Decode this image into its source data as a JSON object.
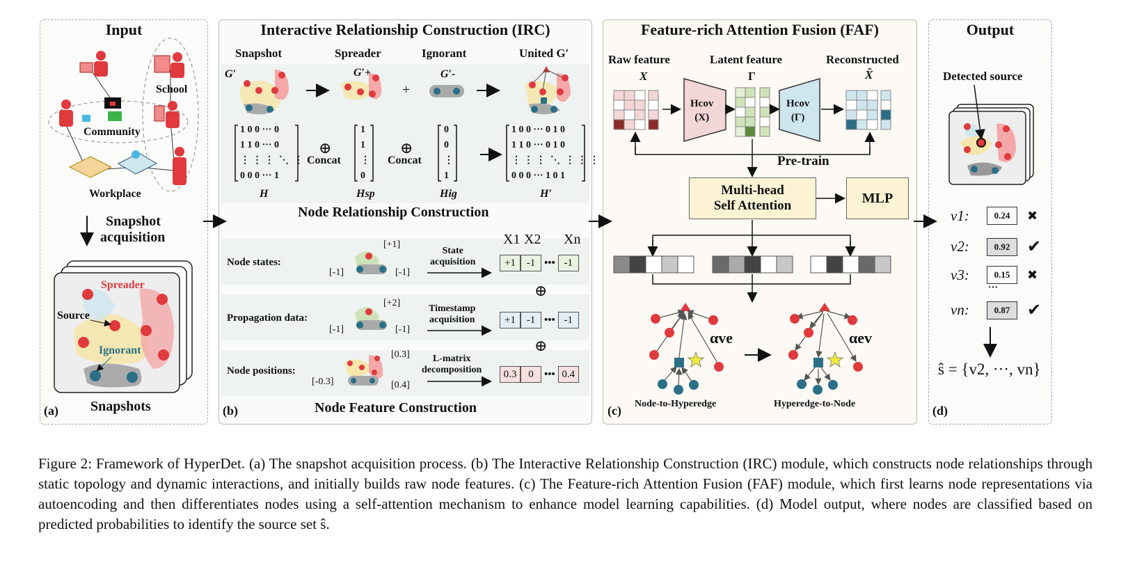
{
  "panel_a": {
    "title": "Input",
    "school": "School",
    "community": "Community",
    "workplace": "Workplace",
    "snapshot_acq": "Snapshot",
    "snapshot_acq2": "acquisition",
    "spreader": "Spreader",
    "source": "Source",
    "ignorant": "Ignorant",
    "snapshots": "Snapshots",
    "tag": "(a)"
  },
  "panel_b": {
    "title": "Interactive Relationship Construction (IRC)",
    "snapshot": "Snapshot",
    "spreader": "Spreader",
    "ignorant": "Ignorant",
    "united": "United G′",
    "g_prime": "G′",
    "g_plus": "G′+",
    "g_minus": "G′-",
    "plus": "+",
    "concat": "Concat",
    "oplus": "⊕",
    "mat_h": "H",
    "mat_hsp": "Hsp",
    "mat_hig": "Hig",
    "mat_hprime": "H′",
    "matrix_h": "1 0 0 ··· 0\n1 1 0 ··· 0\n⋮ ⋮ ⋮  ⋱  ⋮\n0 0 0 ··· 1",
    "matrix_hsp": "1\n1\n⋮\n0",
    "matrix_hig": "0\n0\n⋮\n1",
    "matrix_hprime": "1 0 0 ··· 0 1 0\n1 1 0 ··· 0 1 0\n⋮ ⋮ ⋮  ⋱  ⋮ ⋮ ⋮\n0 0 0 ··· 1 0 1",
    "node_rel": "Node Relationship Construction",
    "node_states": "Node states:",
    "prop_data": "Propagation data:",
    "node_pos": "Node positions:",
    "state_acq": "State\nacquisition",
    "ts_acq": "Timestamp\nacquisition",
    "lmatrix": "L-matrix\ndecomposition",
    "ns_top": "[+1]",
    "ns_left": "[-1]",
    "ns_right": "[-1]",
    "pd_top": "[+2]",
    "pd_left": "[-1]",
    "pd_right": "[-1]",
    "np_top": "[0.3]",
    "np_left": "[-0.3]",
    "np_right": "[0.4]",
    "x_headers": [
      "X1",
      "X2",
      "Xn"
    ],
    "vec_states": [
      "+1",
      "-1",
      "-1"
    ],
    "vec_prop": [
      "+1",
      "-1",
      "-1"
    ],
    "vec_pos": [
      "0.3",
      "0",
      "0.4"
    ],
    "ellipsis": "•••",
    "node_feat": "Node Feature Construction",
    "tag": "(b)"
  },
  "panel_c": {
    "title": "Feature-rich Attention Fusion (FAF)",
    "raw": "Raw feature",
    "raw_sym": "X",
    "latent": "Latent feature",
    "latent_sym": "Γ",
    "recon": "Reconstructed",
    "recon_sym": "X̂",
    "hcov1": "Hcov\n(X)",
    "hcov2": "Hcov\n(Γ)",
    "pretrain": "Pre-train",
    "mhsa": "Multi-head\nSelf Attention",
    "mlp": "MLP",
    "alpha_ve": "αve",
    "alpha_ev": "αev",
    "n2h": "Node-to-Hyperedge",
    "h2n": "Hyperedge-to-Node",
    "tag": "(c)"
  },
  "panel_d": {
    "title": "Output",
    "detected": "Detected source",
    "rows": [
      {
        "label": "v1:",
        "value": "0.24",
        "mark": "✖"
      },
      {
        "label": "v2:",
        "value": "0.92",
        "mark": "✔"
      },
      {
        "label": "v3:",
        "value": "0.15",
        "mark": "✖"
      },
      {
        "label": "vn:",
        "value": "0.87",
        "mark": "✔"
      }
    ],
    "vdots": "···",
    "result": "ŝ = {v2, ···, vn}",
    "tag": "(d)"
  },
  "caption": "Figure 2: Framework of HyperDet. (a) The snapshot acquisition process. (b) The Interactive Relationship Construction (IRC) module, which constructs node relationships through static topology and dynamic interactions, and initially builds raw node features. (c) The Feature-rich Attention Fusion (FAF) module, which first learns node representations via autoencoding and then differentiates nodes using a self-attention mechanism to enhance model learning capabilities. (d) Model output, where nodes are classified based on predicted probabilities to identify the source set ŝ.",
  "colors": {
    "red": "#e03a3e",
    "teal": "#2a6f86",
    "green": "#cfe3b8",
    "blue": "#cfe6ef",
    "pink": "#f3d6d6",
    "cream": "#fbf3d4"
  }
}
